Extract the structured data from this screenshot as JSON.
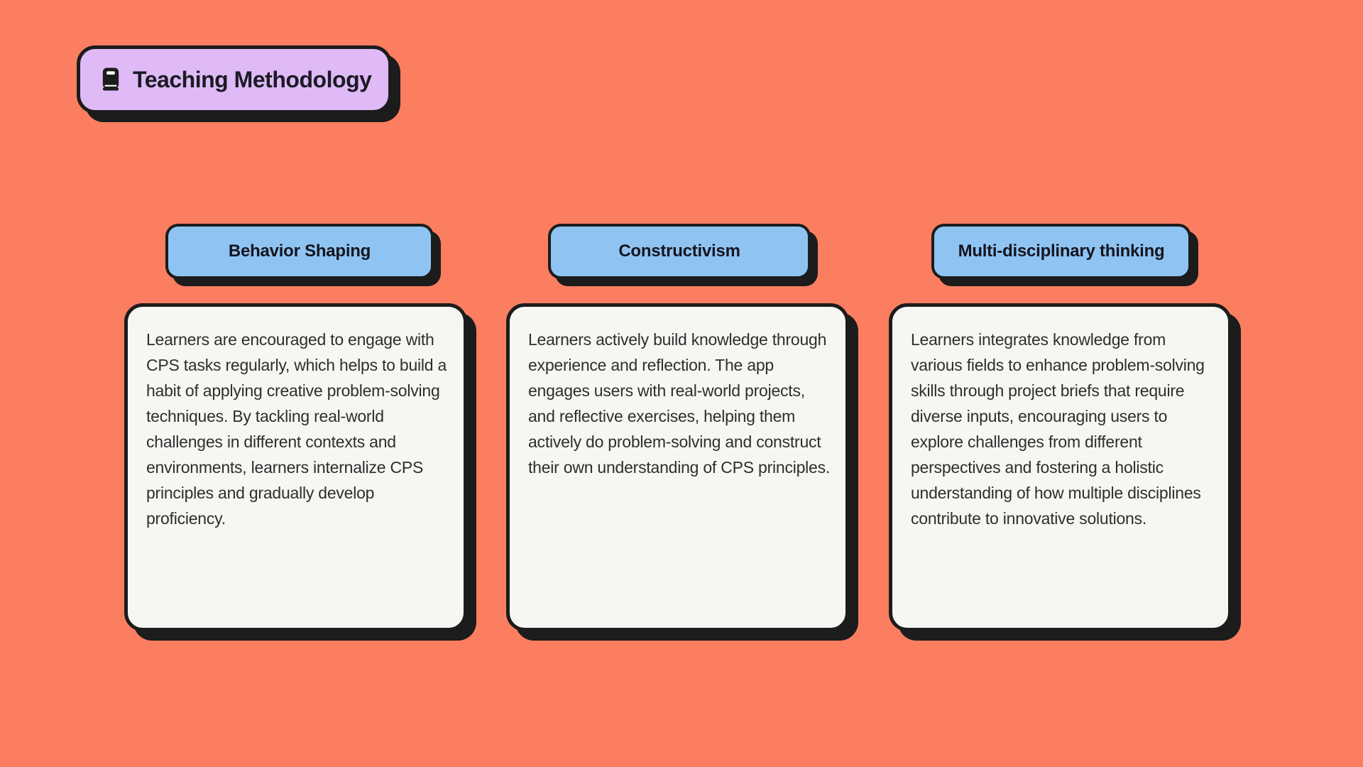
{
  "board": {
    "section": {
      "label": "Teaching Methodology",
      "icon": "book-icon"
    },
    "columns": [
      {
        "header": "Behavior Shaping",
        "body": "Learners are encouraged to engage with CPS tasks regularly, which helps to build a habit of applying creative problem-solving techniques. By tackling real-world challenges in different contexts and environments, learners internalize CPS principles and gradually develop proficiency."
      },
      {
        "header": "Constructivism",
        "body": "Learners actively build knowledge through experience and reflection. The app engages users with real-world projects, and reflective exercises, helping them actively do problem-solving and construct their own understanding of CPS principles."
      },
      {
        "header": "Multi-disciplinary thinking",
        "body": "Learners integrates knowledge from various fields to enhance problem-solving skills through project briefs that require diverse inputs, encouraging users to explore challenges from different perspectives and fostering a holistic understanding of how multiple disciplines contribute to innovative solutions."
      }
    ]
  },
  "colors": {
    "canvas-bg": "#FB7E61",
    "badge-bg": "#DFBAF7",
    "header-bg": "#8FC4F2",
    "card-bg": "#F6F6F3",
    "ink": "#1C1C1C",
    "body-text": "#2E2E2E"
  }
}
